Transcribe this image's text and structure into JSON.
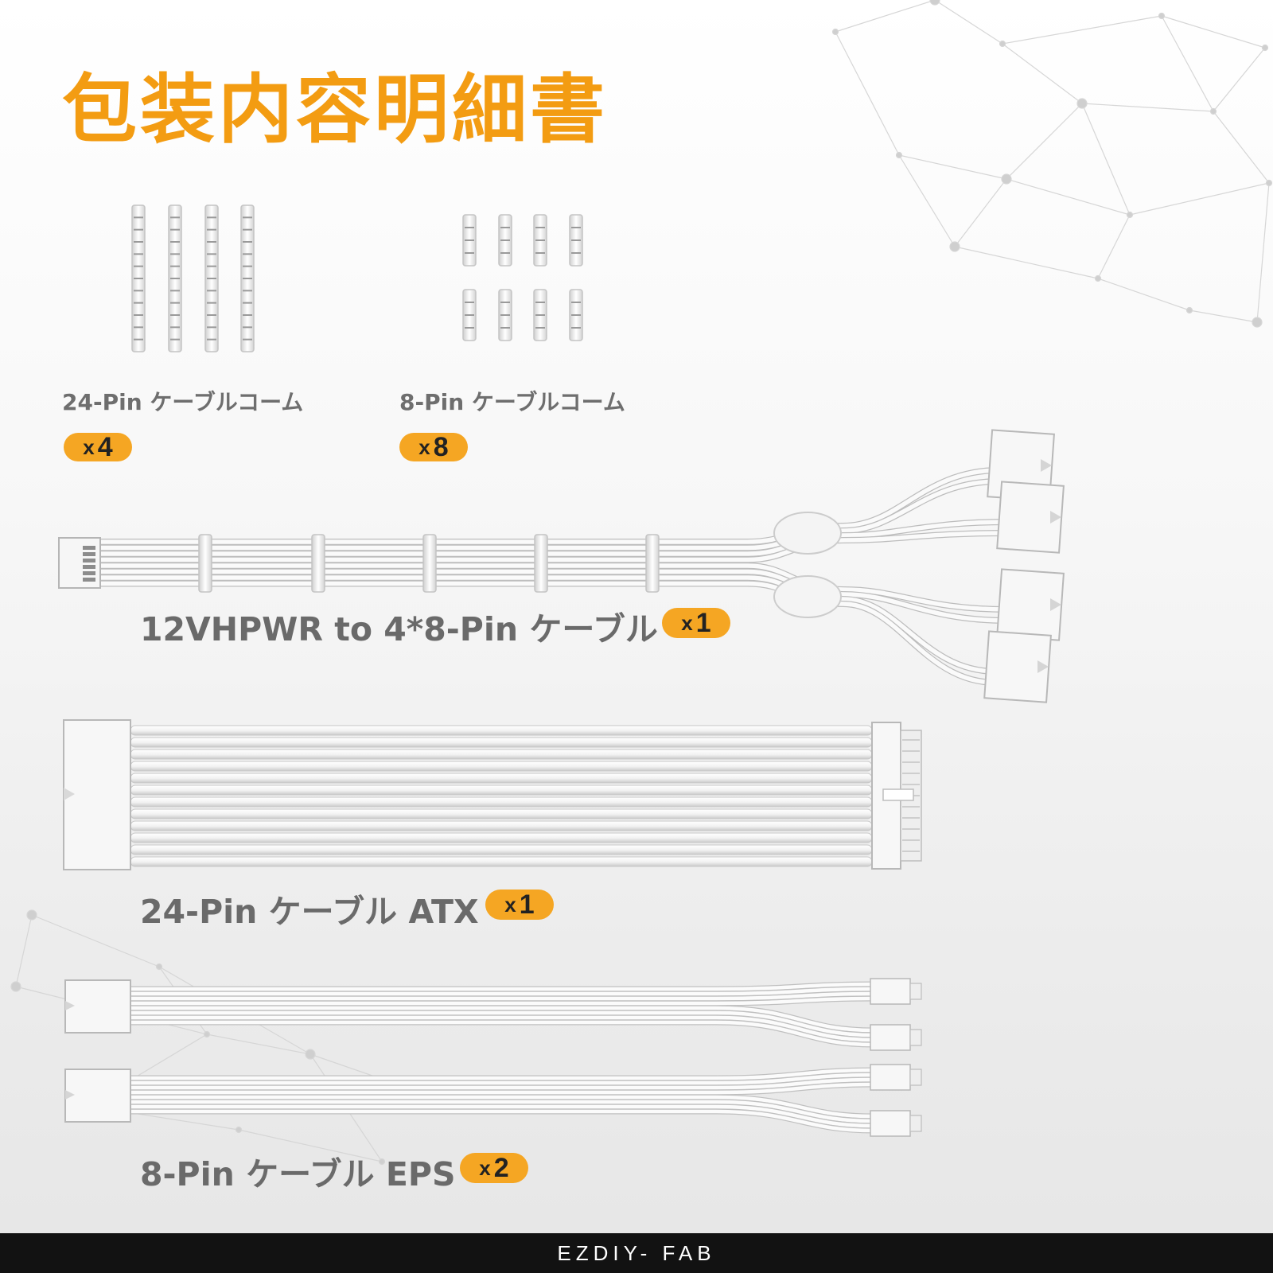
{
  "title": "包装内容明細書",
  "items": {
    "comb24": {
      "label": "24-Pin ケーブルコーム",
      "badge_x": "x",
      "badge_n": "4"
    },
    "comb8": {
      "label": "8-Pin ケーブルコーム",
      "badge_x": "x",
      "badge_n": "8"
    },
    "hpwr": {
      "label": "12VHPWR to 4*8-Pin ケーブル",
      "badge_x": "x",
      "badge_n": "1"
    },
    "atx": {
      "label": "24-Pin ケーブル ATX",
      "badge_x": "x",
      "badge_n": "1"
    },
    "eps": {
      "label": "8-Pin ケーブル EPS",
      "badge_x": "x",
      "badge_n": "2"
    }
  },
  "footer": {
    "brand": "EZDIY- FAB"
  },
  "colors": {
    "accent": "#f39c12",
    "badge": "#f5a623",
    "label": "#6e6e6e",
    "footer_bg": "#121212"
  }
}
